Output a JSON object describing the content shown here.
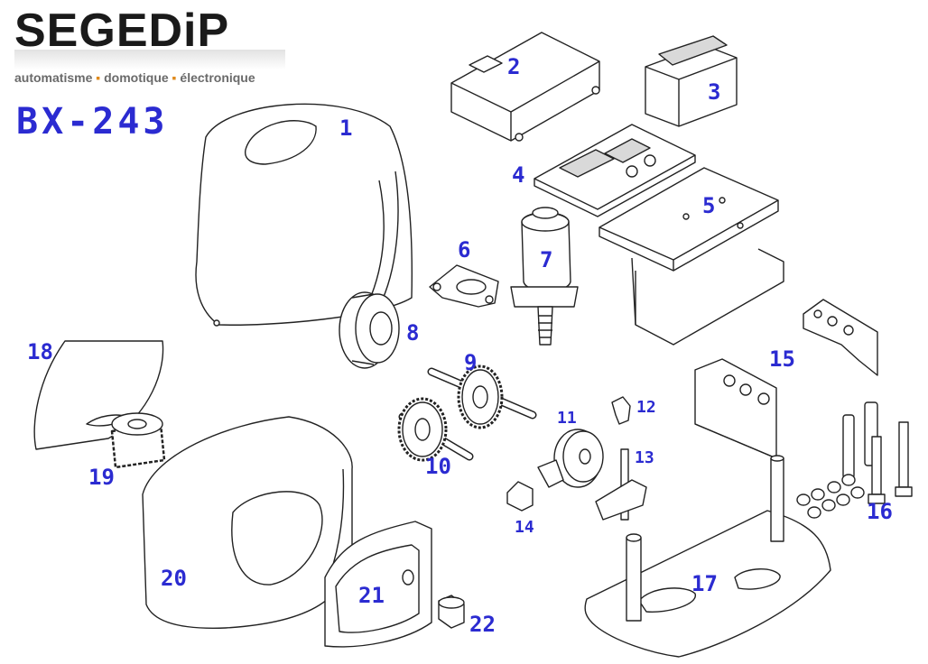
{
  "logo": {
    "brand": "SEGEDiP",
    "tagline_parts": [
      "automatisme",
      "domotique",
      "électronique"
    ],
    "separator": "▪",
    "accent": "#e08a1c"
  },
  "model": "BX-243",
  "colors": {
    "label": "#2b2bd1",
    "line": "#222222",
    "fill": "#ffffff",
    "shade": "#d9d9d9"
  },
  "parts": [
    {
      "num": "1"
    },
    {
      "num": "2"
    },
    {
      "num": "3"
    },
    {
      "num": "4"
    },
    {
      "num": "5"
    },
    {
      "num": "6"
    },
    {
      "num": "7"
    },
    {
      "num": "8"
    },
    {
      "num": "9"
    },
    {
      "num": "10"
    },
    {
      "num": "11"
    },
    {
      "num": "12"
    },
    {
      "num": "13"
    },
    {
      "num": "14"
    },
    {
      "num": "15"
    },
    {
      "num": "16"
    },
    {
      "num": "17"
    },
    {
      "num": "18"
    },
    {
      "num": "19"
    },
    {
      "num": "20"
    },
    {
      "num": "21"
    },
    {
      "num": "22"
    }
  ]
}
